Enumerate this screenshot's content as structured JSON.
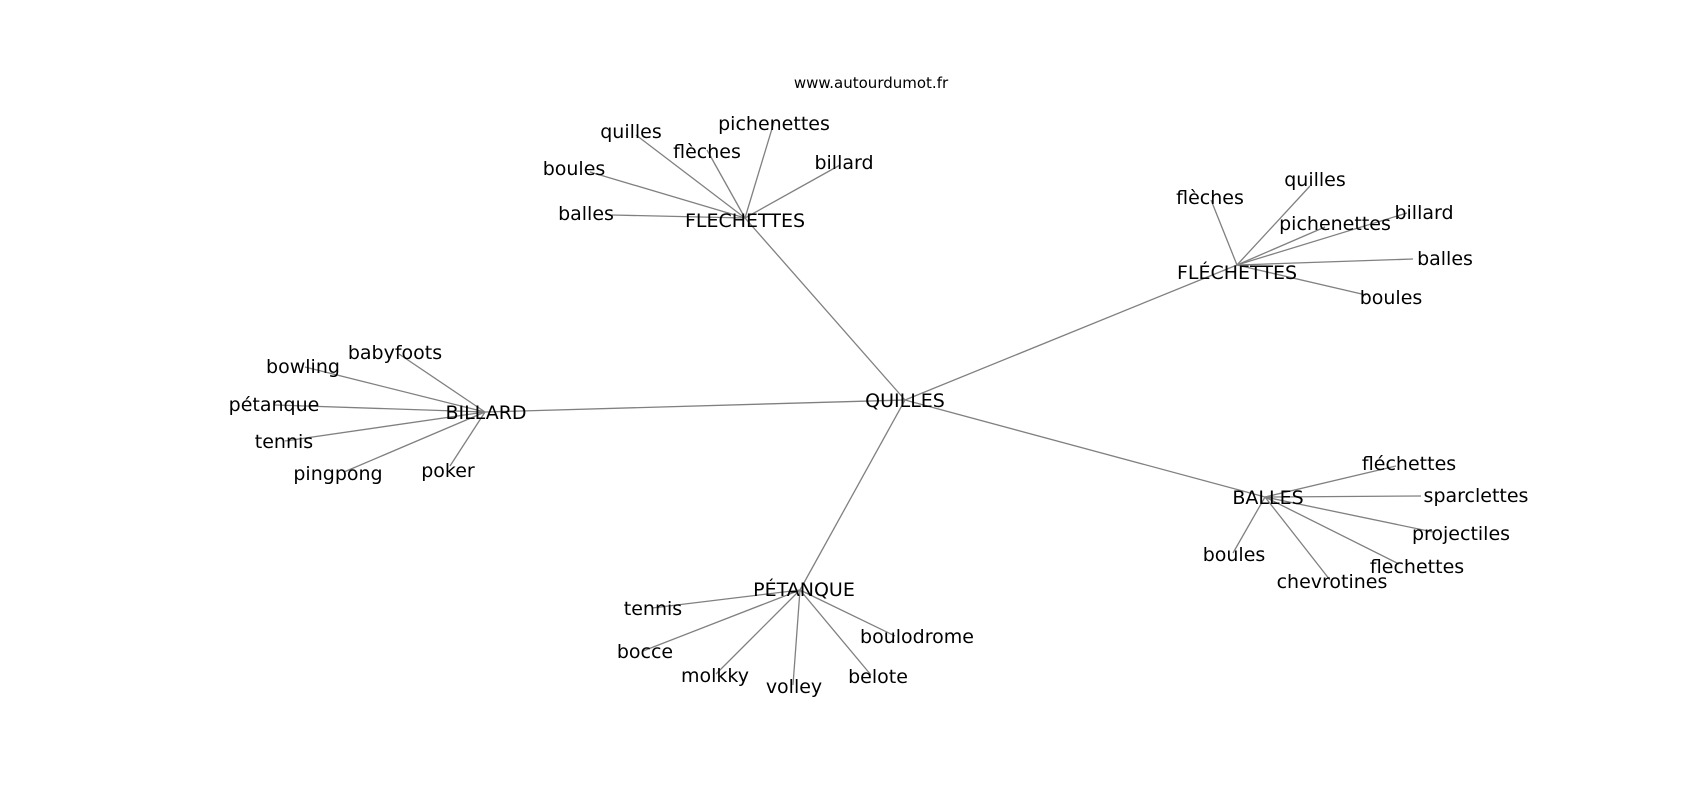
{
  "watermark": "www.autourdumot.fr",
  "center": "QUILLES",
  "hubs": [
    {
      "label": "FLECHETTES",
      "children": [
        "quilles",
        "pichenettes",
        "flèches",
        "billard",
        "boules",
        "balles"
      ]
    },
    {
      "label": "FLÉCHETTES",
      "children": [
        "flèches",
        "quilles",
        "pichenettes",
        "billard",
        "balles",
        "boules"
      ]
    },
    {
      "label": "BILLARD",
      "children": [
        "babyfoots",
        "bowling",
        "pétanque",
        "tennis",
        "pingpong",
        "poker"
      ]
    },
    {
      "label": "BALLES",
      "children": [
        "fléchettes",
        "sparclettes",
        "projectiles",
        "flechettes",
        "boules",
        "chevrotines"
      ]
    },
    {
      "label": "PÉTANQUE",
      "children": [
        "tennis",
        "bocce",
        "boulodrome",
        "molkky",
        "volley",
        "belote"
      ]
    }
  ]
}
